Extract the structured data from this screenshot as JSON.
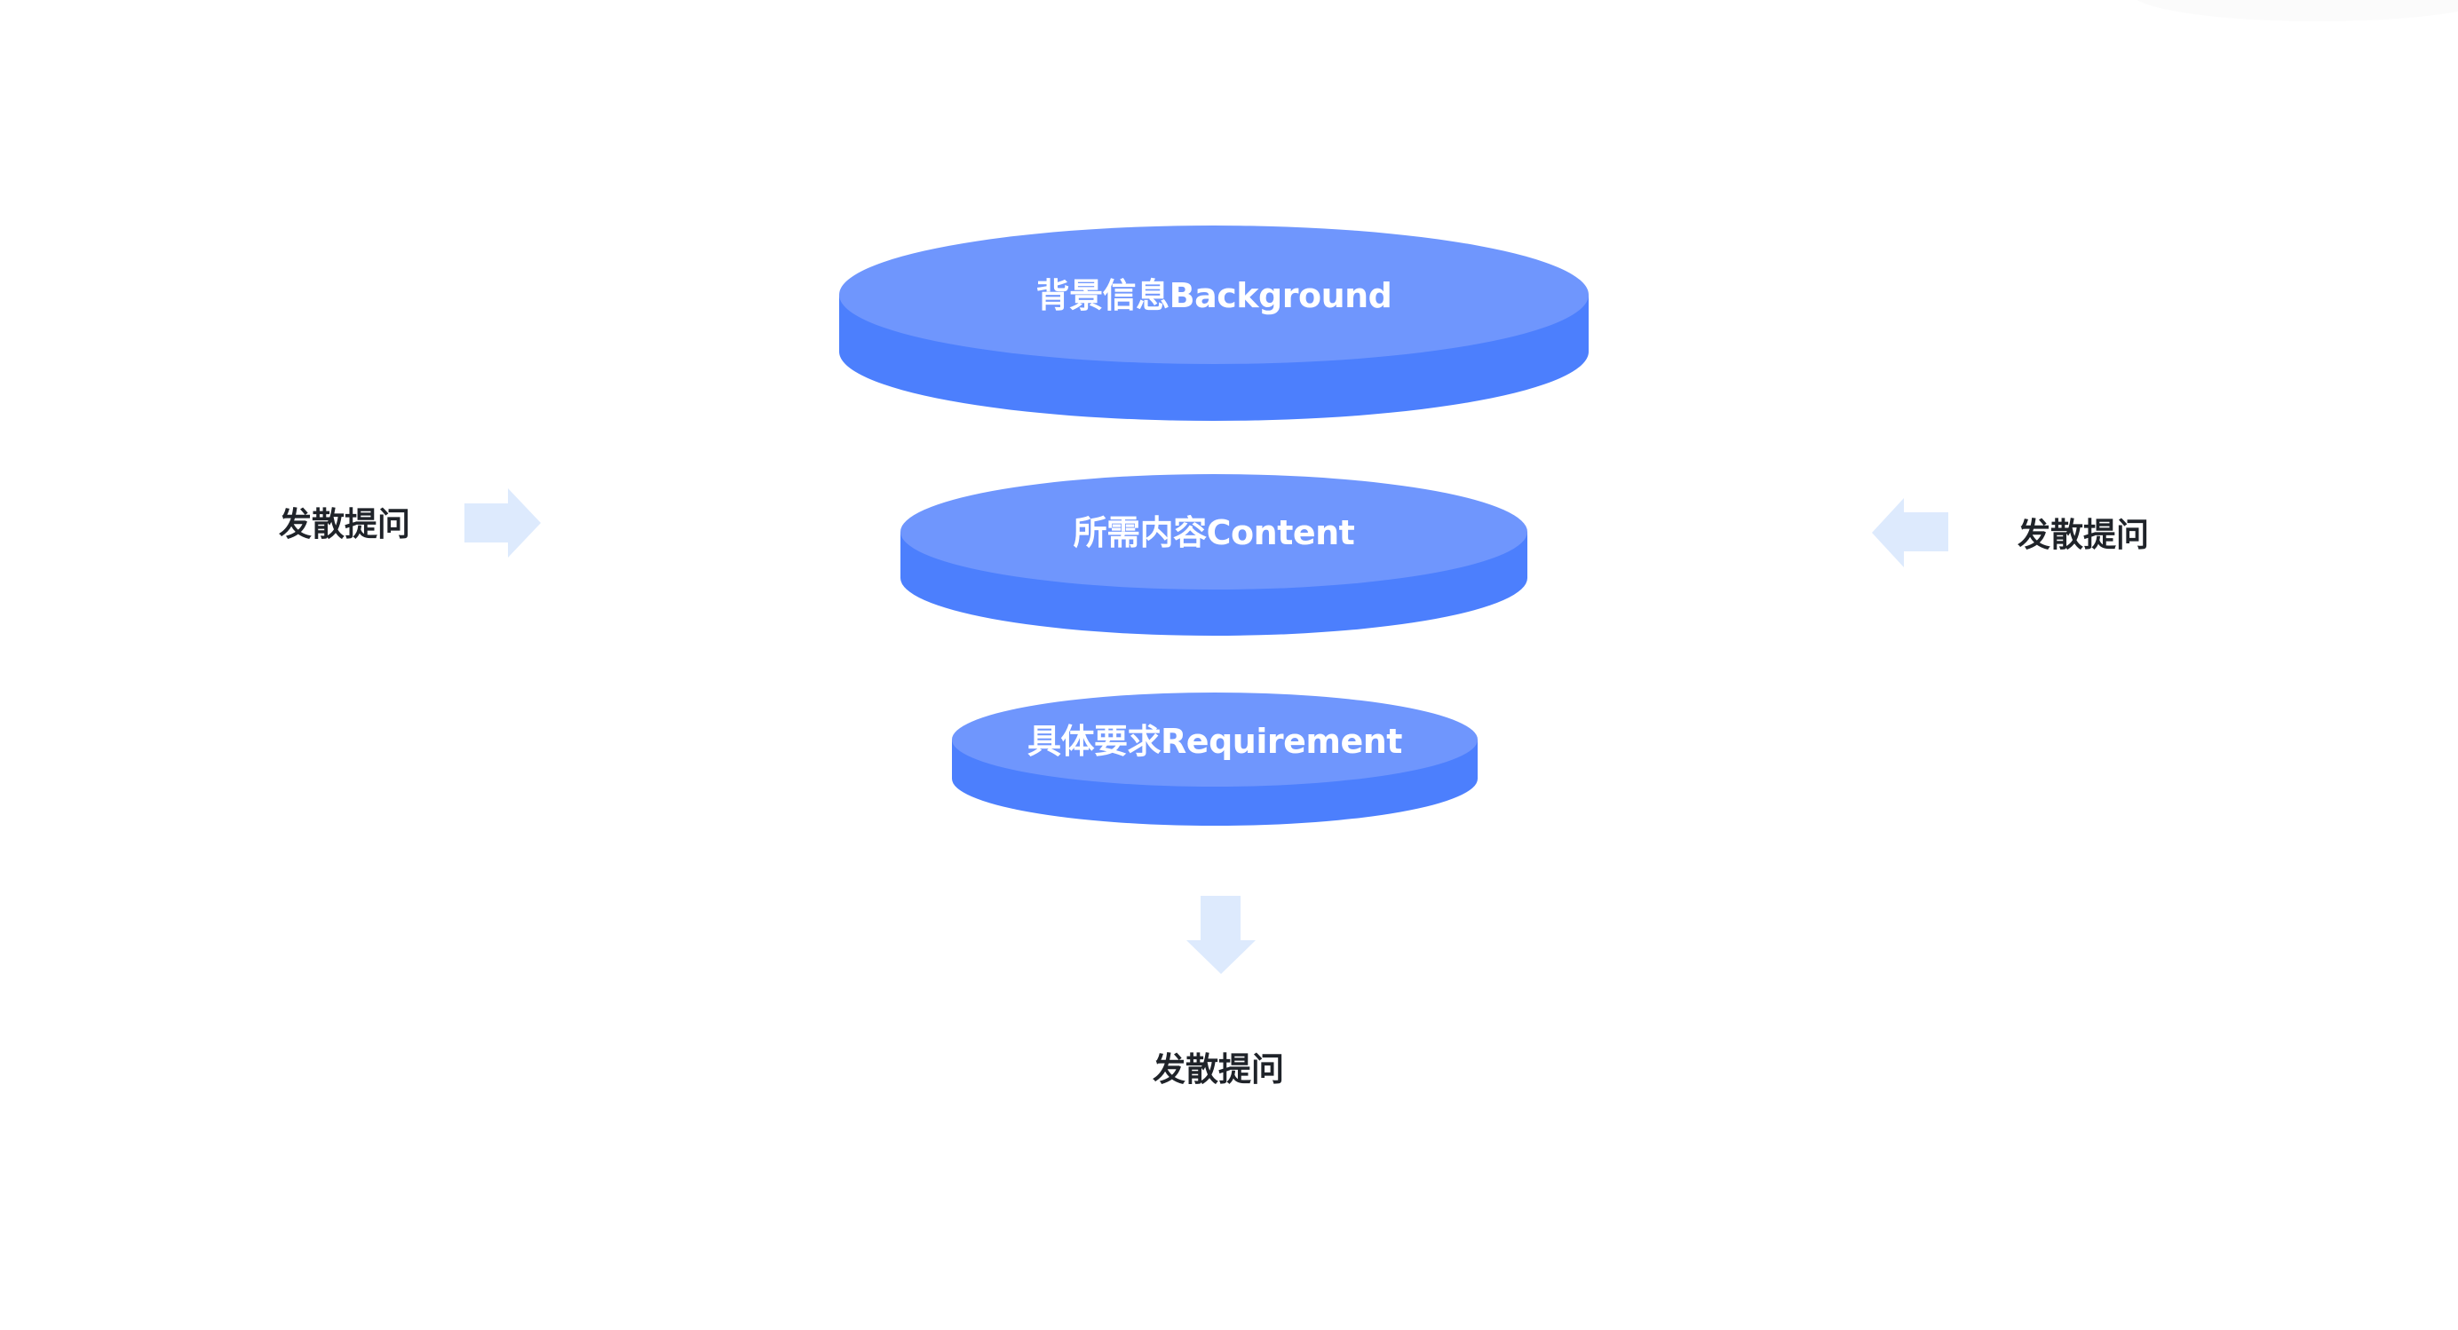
{
  "colors": {
    "disc_top": "#6f96fd",
    "disc_side": "#4c7ffd",
    "arrow": "#ddeafd",
    "label_text": "#1f2329",
    "disc_text": "#ffffff"
  },
  "funnel": {
    "layers": [
      {
        "label": "背景信息Background",
        "cn": "背景信息",
        "en": "Background"
      },
      {
        "label": "所需内容Content",
        "cn": "所需内容",
        "en": "Content"
      },
      {
        "label": "具体要求Requirement",
        "cn": "具体要求",
        "en": "Requirement"
      }
    ]
  },
  "inputs": {
    "left": {
      "label": "发散提问",
      "arrow": "arrow-right-icon"
    },
    "right": {
      "label": "发散提问",
      "arrow": "arrow-left-icon"
    },
    "bottom": {
      "label": "发散提问",
      "arrow": "arrow-down-icon"
    }
  }
}
